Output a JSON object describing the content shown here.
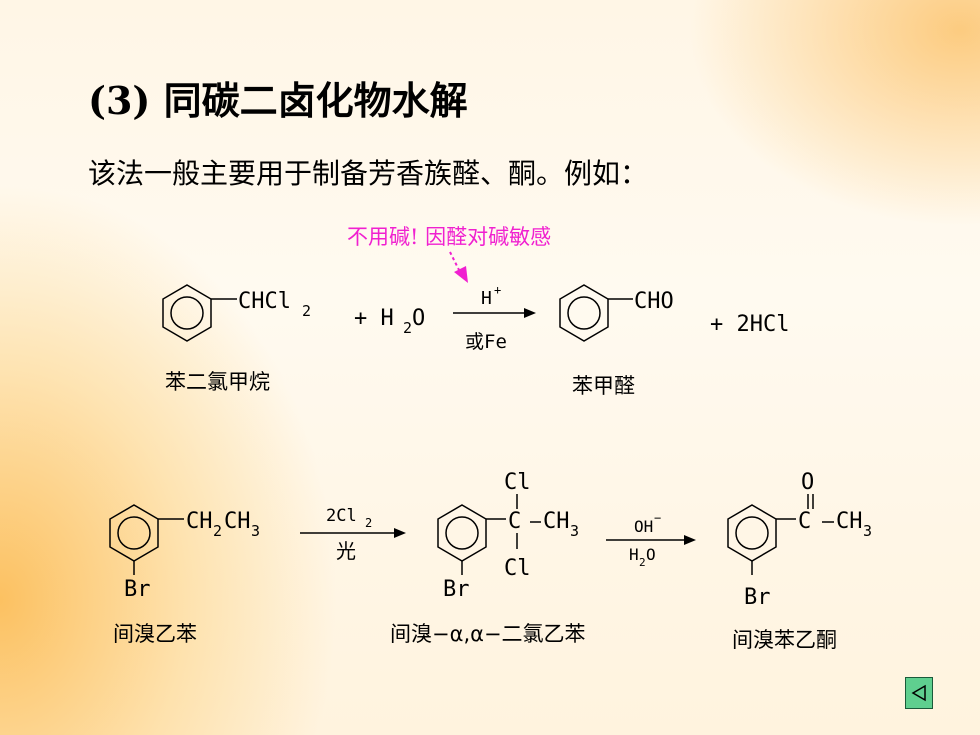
{
  "slide": {
    "title": "(3) 同碳二卤化物水解",
    "intro": "该法一般主要用于制备芳香族醛、酮。例如：",
    "note": "不用碱! 因醛对碱敏感"
  },
  "reaction1": {
    "reactant_group": "CHCl",
    "reactant_sub": "2",
    "plus1": "+ H",
    "water_sub": "2",
    "water_o": "O",
    "reagent_top": "H",
    "reagent_top_sup": "+",
    "reagent_bottom": "或Fe",
    "product_group": "CHO",
    "byproduct": "+ 2HCl",
    "reactant_name": "苯二氯甲烷",
    "product_name": "苯甲醛"
  },
  "reaction2": {
    "reactant_group_a": "CH",
    "reactant_sub_a": "2",
    "reactant_group_b": "CH",
    "reactant_sub_b": "3",
    "reactant_br": "Br",
    "reagent1_top": "2Cl",
    "reagent1_top_sub": "2",
    "reagent1_bottom": "光",
    "intermediate_cl_top": "Cl",
    "intermediate_cl_bottom": "Cl",
    "intermediate_c": "C",
    "intermediate_ch": "CH",
    "intermediate_sub": "3",
    "intermediate_br": "Br",
    "reagent2_top": "OH",
    "reagent2_top_sup": "−",
    "reagent2_bottom": "H",
    "reagent2_bottom_sub": "2",
    "reagent2_bottom_o": "O",
    "product_o": "O",
    "product_c": "C",
    "product_ch": "CH",
    "product_sub": "3",
    "product_br": "Br",
    "reactant_name": "间溴乙苯",
    "intermediate_name": "间溴−α,α−二氯乙苯",
    "product_name": "间溴苯乙酮"
  },
  "nav": {
    "icon": "back-triangle-icon"
  }
}
